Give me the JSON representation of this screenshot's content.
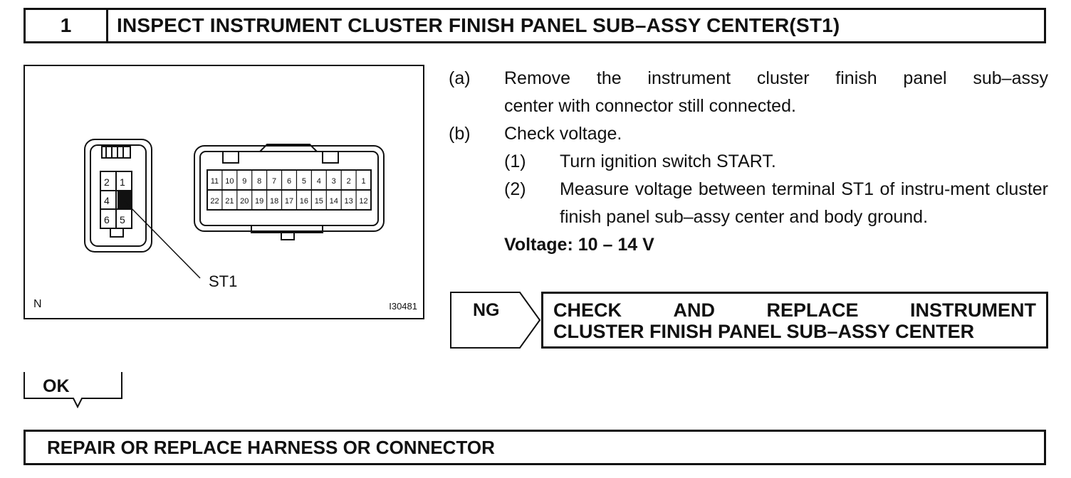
{
  "step": {
    "number": "1",
    "title": "INSPECT INSTRUMENT CLUSTER FINISH PANEL SUB–ASSY CENTER(ST1)"
  },
  "figure": {
    "small_connector_pins": [
      "2",
      "1",
      "4",
      "",
      "6",
      "5"
    ],
    "large_connector_top_pins": [
      "11",
      "10",
      "9",
      "8",
      "7",
      "6",
      "5",
      "4",
      "3",
      "2",
      "1"
    ],
    "large_connector_bottom_pins": [
      "22",
      "21",
      "20",
      "19",
      "18",
      "17",
      "16",
      "15",
      "14",
      "13",
      "12"
    ],
    "callout": "ST1",
    "corner_left": "N",
    "figure_id": "I30481"
  },
  "instructions": {
    "a_label": "(a)",
    "a_text_1": "Remove the instrument cluster finish panel sub–assy",
    "a_text_2": "center with connector still connected.",
    "b_label": "(b)",
    "b_text": "Check voltage.",
    "b1_label": "(1)",
    "b1_text": "Turn ignition switch START.",
    "b2_label": "(2)",
    "b2_text": "Measure voltage between terminal ST1 of instru-ment cluster finish panel sub–assy center and body ground.",
    "voltage": "Voltage: 10 – 14 V"
  },
  "ng": {
    "tag": "NG",
    "line1_words": [
      "CHECK",
      "AND",
      "REPLACE",
      "INSTRUMENT"
    ],
    "line2": "CLUSTER FINISH PANEL SUB–ASSY CENTER"
  },
  "ok": {
    "tag": "OK"
  },
  "final": {
    "text": "REPAIR OR REPLACE HARNESS OR CONNECTOR"
  }
}
